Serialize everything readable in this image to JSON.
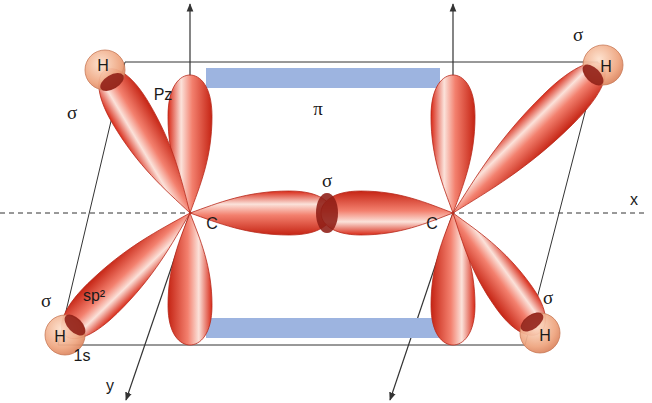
{
  "diagram": {
    "labels": [
      "H",
      "σ",
      "Pz",
      "π",
      "σ",
      "H",
      "σ",
      "C",
      "C",
      "x",
      "σ",
      "sp²",
      "H",
      "1s",
      "σ",
      "H",
      "y"
    ]
  }
}
